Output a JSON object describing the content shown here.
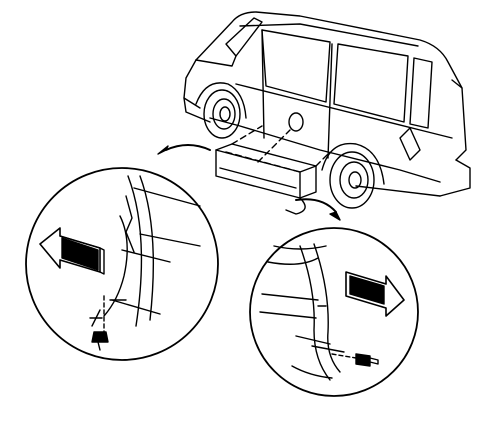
{
  "diagram": {
    "subject": "van-running-board-removal",
    "style": "black line art on white",
    "colors": {
      "ink": "#000000",
      "paper": "#ffffff"
    },
    "parts": [
      "van-body",
      "running-board",
      "front-wheel",
      "rear-wheel",
      "left-detail-circle",
      "right-detail-circle",
      "retaining-clip",
      "bolt"
    ],
    "icons": [
      "curved-arrow-left",
      "curved-arrow-right",
      "direction-arrow-left",
      "direction-arrow-right"
    ]
  }
}
